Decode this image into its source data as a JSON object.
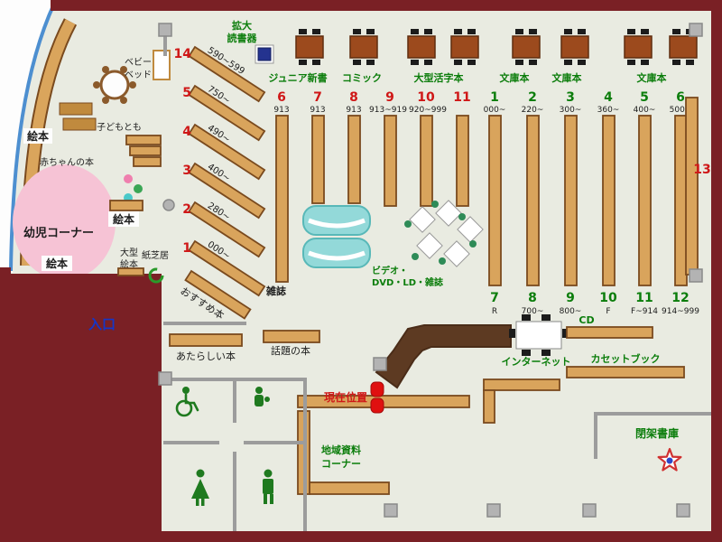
{
  "colors": {
    "outer_wall": "#7a2025",
    "shelf": "#d9a45c",
    "floor": "#e9ebe1",
    "accent_red": "#cf1717",
    "accent_green": "#0b7d0b",
    "accent_blue": "#1436c8",
    "infant_area_pink": "#f6c3d5",
    "bench_cyan": "#93d9d9"
  },
  "children_area": {
    "picture_books_1": "絵本",
    "picture_books_2": "絵本",
    "picture_books_3": "絵本",
    "infant_corner": "幼児コーナー",
    "baby_books": "赤ちゃんの本",
    "kodomo_no_tomo": "子どもとも",
    "baby_bed_line1": "ベビー",
    "baby_bed_line2": "ベッド",
    "large_picture_line1": "大型",
    "large_picture_line2": "絵本",
    "kamishibai": "紙芝居",
    "recommended_books": "おすすめ本",
    "entrance": "入口"
  },
  "reading_device": {
    "line1": "拡大",
    "line2": "読書器"
  },
  "diagonal_shelves": [
    {
      "num": "14",
      "range": "590~599"
    },
    {
      "num": "5",
      "range": "750~"
    },
    {
      "num": "4",
      "range": "490~"
    },
    {
      "num": "3",
      "range": "400~"
    },
    {
      "num": "2",
      "range": "280~"
    },
    {
      "num": "1",
      "range": "000~"
    }
  ],
  "category_labels": {
    "junior": "ジュニア新書",
    "comic": "コミック",
    "large_print": "大型活字本",
    "bunko1": "文庫本",
    "bunko2": "文庫本",
    "bunko3": "文庫本"
  },
  "left_shelves_top": [
    {
      "num": "6",
      "range": "913"
    },
    {
      "num": "7",
      "range": "913"
    },
    {
      "num": "8",
      "range": "913"
    },
    {
      "num": "9",
      "range": "913~919"
    },
    {
      "num": "10",
      "range": "920~999"
    },
    {
      "num": "11",
      "range": ""
    }
  ],
  "right_shelves_top": [
    {
      "num": "1",
      "range": "000~"
    },
    {
      "num": "2",
      "range": "220~"
    },
    {
      "num": "3",
      "range": "300~"
    },
    {
      "num": "4",
      "range": "360~"
    },
    {
      "num": "5",
      "range": "400~"
    },
    {
      "num": "6",
      "range": "500~"
    }
  ],
  "right_shelves_bottom": [
    {
      "num": "7",
      "range": "R"
    },
    {
      "num": "8",
      "range": "700~"
    },
    {
      "num": "9",
      "range": "800~"
    },
    {
      "num": "10",
      "range": "F"
    },
    {
      "num": "11",
      "range": "F~914"
    },
    {
      "num": "12",
      "range": "914~999"
    }
  ],
  "wall_shelf_13": "13",
  "floor_labels": {
    "magazines": "雑誌",
    "video_line1": "ビデオ・",
    "video_line2": "DVD・LD・雑誌",
    "new_books": "あたらしい本",
    "topical_books": "話題の本",
    "current_location": "現在位置",
    "local_line1": "地域資料",
    "local_line2": "コーナー",
    "internet": "インターネット",
    "cd": "CD",
    "cassette": "カセットブック",
    "closed_stacks": "閉架書庫"
  }
}
